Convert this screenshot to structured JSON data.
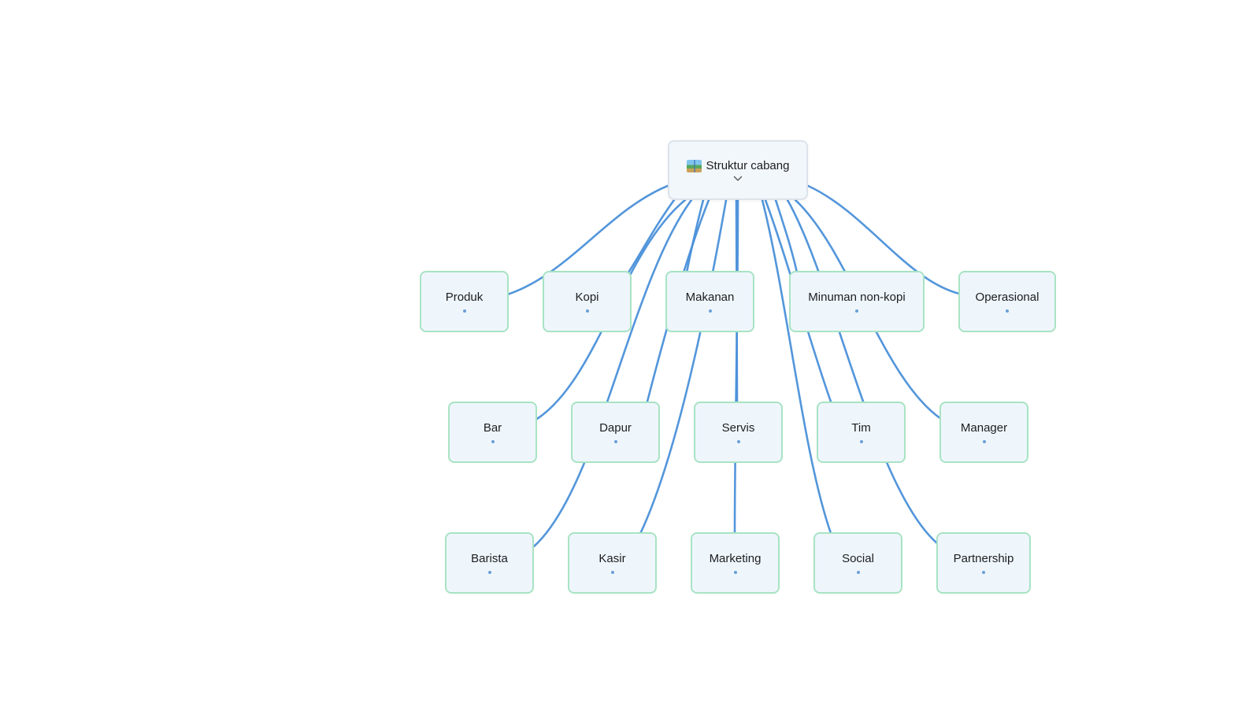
{
  "root": {
    "label": "Struktur cabang",
    "icon": "world-map-icon"
  },
  "nodes": [
    {
      "id": "produk",
      "label": "Produk"
    },
    {
      "id": "kopi",
      "label": "Kopi"
    },
    {
      "id": "makanan",
      "label": "Makanan"
    },
    {
      "id": "minuman-non-kopi",
      "label": "Minuman non-kopi"
    },
    {
      "id": "operasional",
      "label": "Operasional"
    },
    {
      "id": "bar",
      "label": "Bar"
    },
    {
      "id": "dapur",
      "label": "Dapur"
    },
    {
      "id": "servis",
      "label": "Servis"
    },
    {
      "id": "tim",
      "label": "Tim"
    },
    {
      "id": "manager",
      "label": "Manager"
    },
    {
      "id": "barista",
      "label": "Barista"
    },
    {
      "id": "kasir",
      "label": "Kasir"
    },
    {
      "id": "marketing",
      "label": "Marketing"
    },
    {
      "id": "social",
      "label": "Social"
    },
    {
      "id": "partnership",
      "label": "Partnership"
    }
  ],
  "colors": {
    "edge": "#4a90d9",
    "node_border": "#a8e3c3",
    "node_fill": "#eef6fc",
    "root_border": "#dde3ea"
  }
}
